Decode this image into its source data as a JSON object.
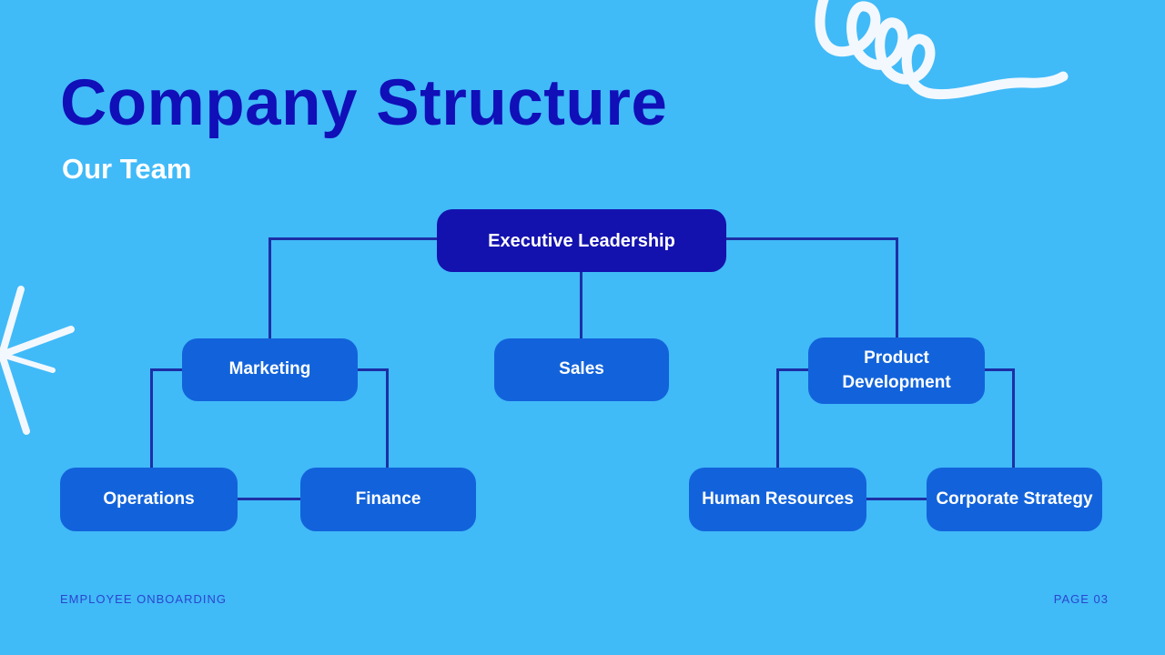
{
  "slide": {
    "title": "Company Structure",
    "subtitle": "Our Team",
    "footer_left": "EMPLOYEE ONBOARDING",
    "footer_right": "PAGE 03"
  },
  "colors": {
    "background": "#41BAF8",
    "title": "#100FB8",
    "subtitle": "#FFFFFF",
    "node-primary": "#1412AE",
    "node-secondary": "#1263DB",
    "node-text": "#FFFFFF",
    "connector": "#1D2FA5",
    "footer": "#2946CE",
    "doodle": "#F2F8FD"
  },
  "org_chart": {
    "nodes": [
      {
        "id": "executive-leadership",
        "label": "Executive Leadership",
        "level": 1,
        "parent": null
      },
      {
        "id": "marketing",
        "label": "Marketing",
        "level": 2,
        "parent": "executive-leadership"
      },
      {
        "id": "sales",
        "label": "Sales",
        "level": 2,
        "parent": "executive-leadership"
      },
      {
        "id": "product-development",
        "label": "Product Development",
        "level": 2,
        "parent": "executive-leadership"
      },
      {
        "id": "operations",
        "label": "Operations",
        "level": 3,
        "parent": "marketing"
      },
      {
        "id": "finance",
        "label": "Finance",
        "level": 3,
        "parent": "marketing"
      },
      {
        "id": "human-resources",
        "label": "Human Resources",
        "level": 3,
        "parent": "product-development"
      },
      {
        "id": "corporate-strategy",
        "label": "Corporate Strategy",
        "level": 3,
        "parent": "product-development"
      }
    ],
    "edges": [
      [
        "executive-leadership",
        "marketing"
      ],
      [
        "executive-leadership",
        "sales"
      ],
      [
        "executive-leadership",
        "product-development"
      ],
      [
        "marketing",
        "operations"
      ],
      [
        "marketing",
        "finance"
      ],
      [
        "operations",
        "finance"
      ],
      [
        "product-development",
        "human-resources"
      ],
      [
        "product-development",
        "corporate-strategy"
      ],
      [
        "human-resources",
        "corporate-strategy"
      ]
    ]
  },
  "decorations": {
    "top_right": "squiggle-doodle",
    "left_edge": "starburst-doodle"
  }
}
